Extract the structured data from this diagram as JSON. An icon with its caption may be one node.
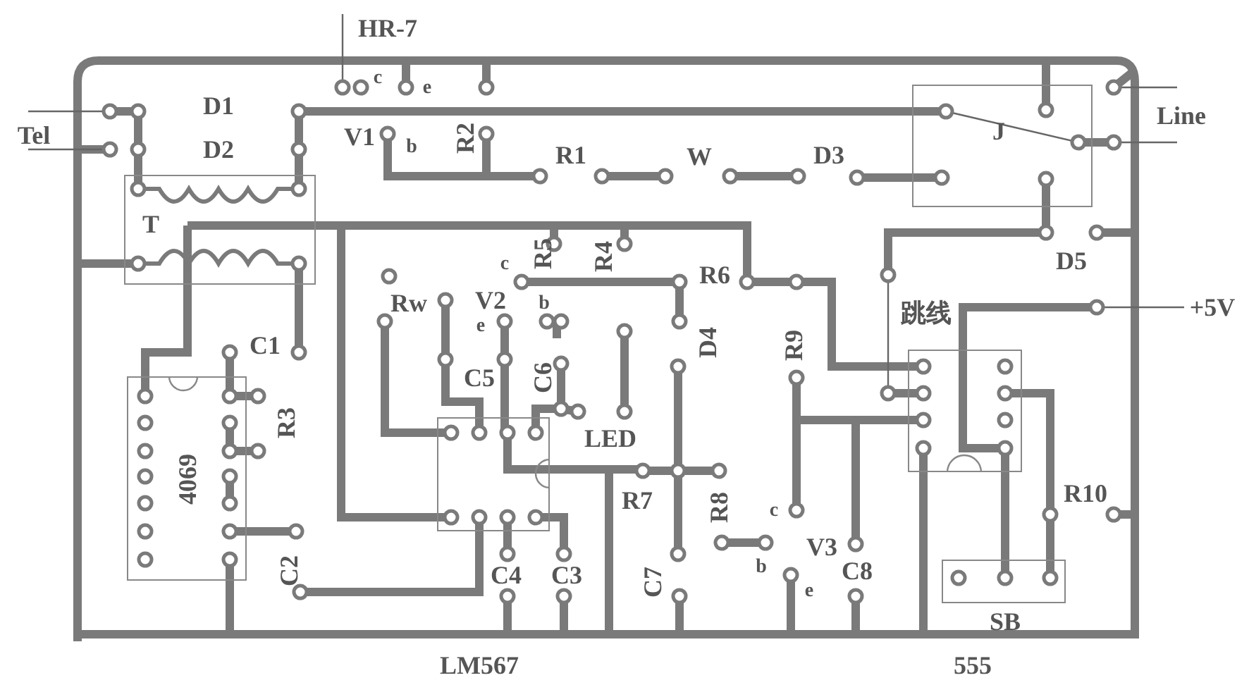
{
  "diagram": {
    "nodes": [
      {
        "text": [
          "T"
        ]
      },
      {
        "text": [
          "4069"
        ]
      },
      {
        "text": [],
        "shape": "box"
      },
      {
        "text": [
          "J"
        ]
      },
      {
        "text": [],
        "shape": "box"
      },
      {
        "text": [
          "SB"
        ]
      }
    ],
    "labels": [
      "HR-7",
      "c",
      "e",
      "D1",
      "Tel",
      "D2",
      "V1",
      "b",
      "R2",
      "R1",
      "W",
      "D3",
      "Line",
      "R5",
      "R4",
      "c",
      "R6",
      "D5",
      "Rw",
      "V2",
      "b",
      "e",
      "C5",
      "C6",
      "D4",
      "R9",
      "跳线",
      "+5V",
      "C1",
      "R3",
      "LED",
      "R7",
      "R8",
      "c",
      "V3",
      "b",
      "e",
      "C7",
      "C8",
      "C2",
      "C4",
      "C3",
      "R10",
      "LM567",
      "555"
    ]
  }
}
